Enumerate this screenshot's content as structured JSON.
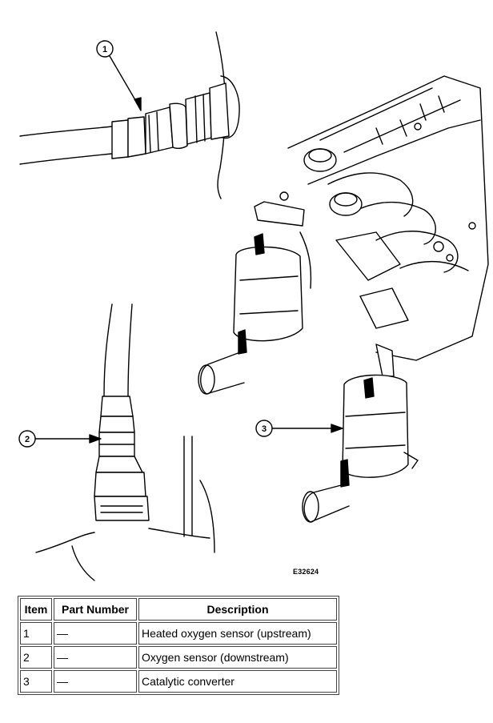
{
  "callouts": [
    "1",
    "2",
    "3"
  ],
  "figure_id": "E32624",
  "table": {
    "headers": [
      "Item",
      "Part Number",
      "Description"
    ],
    "rows": [
      {
        "item": "1",
        "part_number": "—",
        "description": "Heated oxygen sensor (upstream)"
      },
      {
        "item": "2",
        "part_number": "—",
        "description": "Oxygen sensor (downstream)"
      },
      {
        "item": "3",
        "part_number": "—",
        "description": "Catalytic converter"
      }
    ]
  }
}
